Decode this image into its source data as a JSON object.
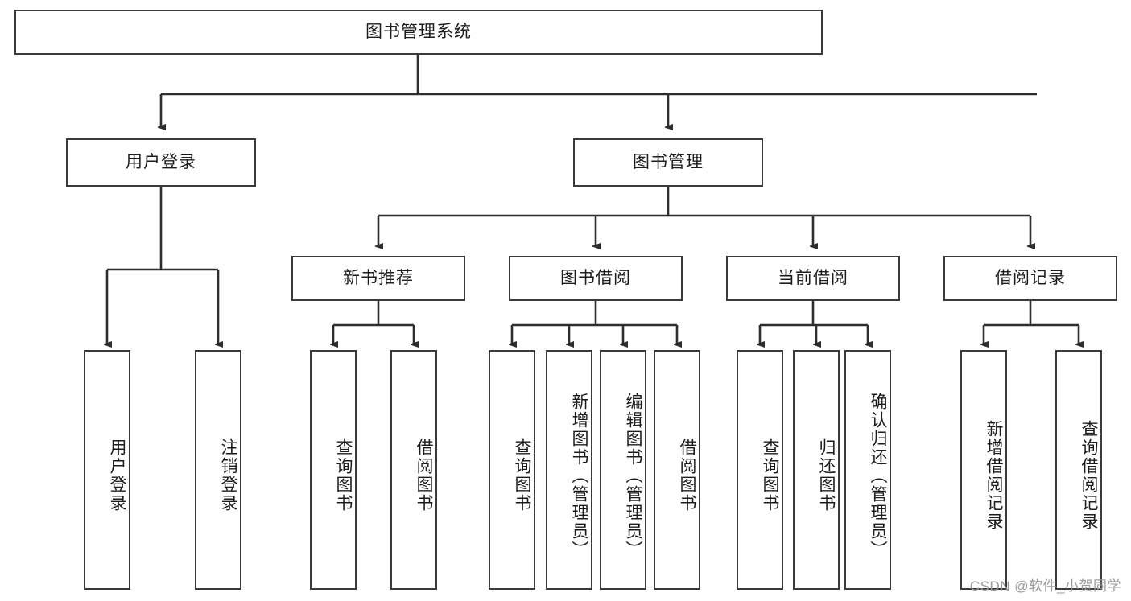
{
  "diagram": {
    "type": "tree-hierarchy-chart",
    "title": "图书管理系统",
    "stroke_color": "#3a3a3a",
    "fill_color": "#ffffff",
    "text_color": "#1c1c1c"
  },
  "root": {
    "label": "图书管理系统"
  },
  "level2": [
    {
      "label": "用户登录"
    },
    {
      "label": "图书管理"
    }
  ],
  "level3": [
    {
      "label": "新书推荐"
    },
    {
      "label": "图书借阅"
    },
    {
      "label": "当前借阅"
    },
    {
      "label": "借阅记录"
    }
  ],
  "leaves": {
    "user_login": [
      {
        "label": "用户登录"
      },
      {
        "label": "注销登录"
      }
    ],
    "new_book": [
      {
        "label": "查询图书"
      },
      {
        "label": "借阅图书"
      }
    ],
    "book_borrow": [
      {
        "label": "查询图书"
      },
      {
        "label": "新增图书（管理员）"
      },
      {
        "label": "编辑图书（管理员）"
      },
      {
        "label": "借阅图书"
      }
    ],
    "current_borrow": [
      {
        "label": "查询图书"
      },
      {
        "label": "归还图书"
      },
      {
        "label": "确认归还（管理员）"
      }
    ],
    "borrow_record": [
      {
        "label": "新增借阅记录"
      },
      {
        "label": "查询借阅记录"
      }
    ]
  },
  "watermark": {
    "text": "CSDN @软件_小贺同学"
  }
}
